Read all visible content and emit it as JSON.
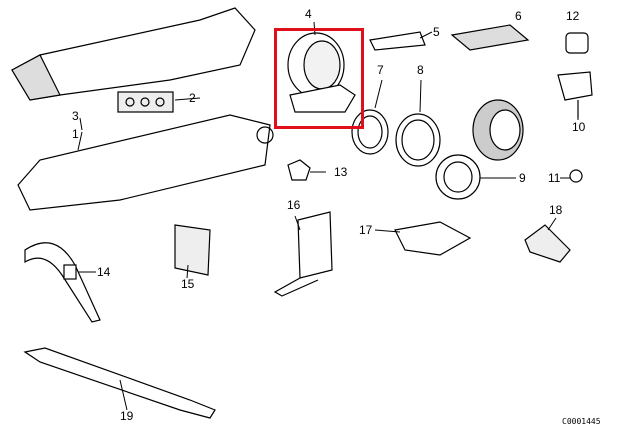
{
  "diagram": {
    "labels": [
      "1",
      "2",
      "3",
      "4",
      "5",
      "6",
      "7",
      "8",
      "9",
      "10",
      "11",
      "12",
      "13",
      "14",
      "15",
      "16",
      "17",
      "18",
      "19"
    ],
    "highlighted_part": "4",
    "highlight_color": "#e0101a",
    "code": "C0001445"
  }
}
